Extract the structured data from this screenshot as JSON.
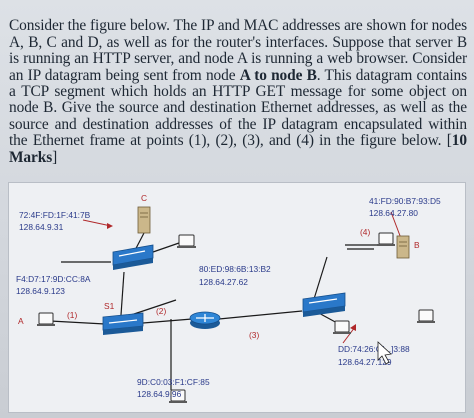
{
  "question": {
    "t1": "Consider the figure below. The IP and MAC addresses are shown for nodes A, B, C and D, as well as for the router's interfaces. Suppose that server B is running an HTTP server, and node A is running a web browser. Consider an IP datagram being sent from node ",
    "bold1": "A to node B",
    "t2": ". This datagram contains a TCP segment which holds an HTTP GET message for some object on node B. Give the source and destination Ethernet addresses, as well as the source and destination addresses of the IP datagram encapsulated within the Ethernet frame at points (1), (2), (3), and (4) in the figure below. [",
    "bold2": "10 Marks",
    "t3": "]"
  },
  "figure": {
    "node_c_label": "C",
    "node_c_mac": "72:4F:FD:1F:41:7B",
    "node_c_ip": "128.64.9.31",
    "node_a_label": "A",
    "node_a_mac": "F4:D7:17:9D:CC:8A",
    "node_a_ip": "128.64.9.123",
    "switch_label": "S1",
    "router_left_mac": "9D:C0:03:F1:CF:85",
    "router_left_ip": "128.64.9.96",
    "router_right_mac": "80:ED:98:6B:13:B2",
    "router_right_ip": "128.64.27.62",
    "node_b_label": "B",
    "node_b_mac": "41:FD:90:B7:93:D5",
    "node_b_ip": "128.64.27.80",
    "node_d_mac": "DD:74:26:C[...]3:88",
    "node_d_ip": "128.64.27.129",
    "point_1": "(1)",
    "point_2": "(2)",
    "point_3": "(3)",
    "point_4": "(4)"
  }
}
